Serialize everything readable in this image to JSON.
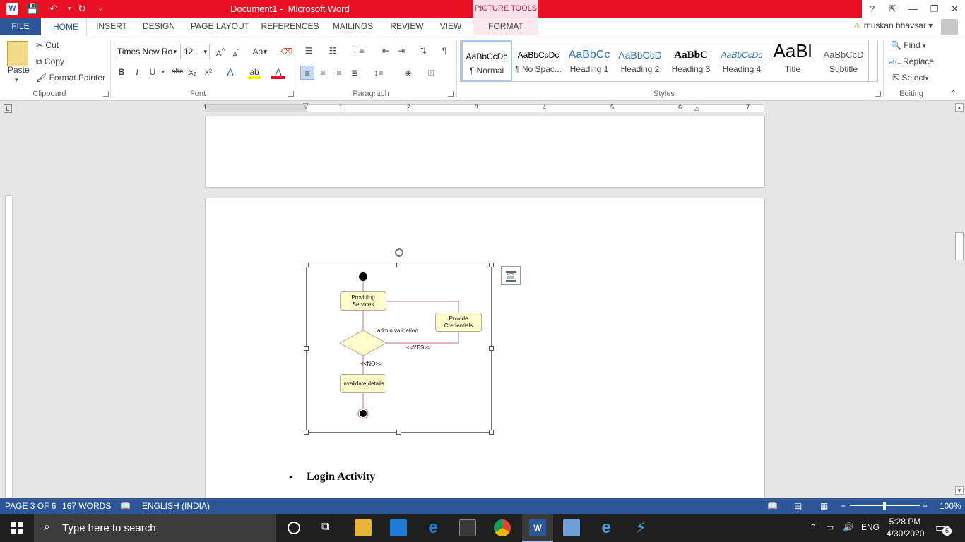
{
  "titlebar": {
    "doc_title": "Document1 -  Microsoft Word",
    "context_tab_group": "PICTURE TOOLS",
    "help": "?",
    "qat_save": "💾",
    "qat_undo": "↶",
    "qat_redo": "↻"
  },
  "tabs": {
    "file": "FILE",
    "items": [
      "HOME",
      "INSERT",
      "DESIGN",
      "PAGE LAYOUT",
      "REFERENCES",
      "MAILINGS",
      "REVIEW",
      "VIEW",
      "FORMAT"
    ],
    "user_name": "muskan bhavsar"
  },
  "ribbon": {
    "clipboard": {
      "paste": "Paste",
      "cut": "Cut",
      "copy": "Copy",
      "format_painter": "Format Painter",
      "group": "Clipboard"
    },
    "font": {
      "name": "Times New Ro",
      "size": "12",
      "group": "Font",
      "bold": "B",
      "italic": "I",
      "underline": "U",
      "strike": "abc",
      "subscript": "x₂",
      "superscript": "x²"
    },
    "paragraph": {
      "group": "Paragraph"
    },
    "styles": {
      "group": "Styles",
      "items": [
        {
          "sample": "AaBbCcDc",
          "name": "¶ Normal"
        },
        {
          "sample": "AaBbCcDc",
          "name": "¶ No Spac..."
        },
        {
          "sample": "AaBbCc",
          "name": "Heading 1"
        },
        {
          "sample": "AaBbCcD",
          "name": "Heading 2"
        },
        {
          "sample": "AaBbC",
          "name": "Heading 3"
        },
        {
          "sample": "AaBbCcDc",
          "name": "Heading 4"
        },
        {
          "sample": "AaBl",
          "name": "Title"
        },
        {
          "sample": "AaBbCcD",
          "name": "Subtitle"
        }
      ]
    },
    "editing": {
      "find": "Find",
      "replace": "Replace",
      "select": "Select",
      "group": "Editing"
    }
  },
  "ruler": {
    "labels": [
      "1",
      "1",
      "2",
      "3",
      "4",
      "5",
      "6",
      "7"
    ]
  },
  "diagram": {
    "states": [
      "Providing Services",
      "Provide Credentials",
      "Invalidate details"
    ],
    "labels": {
      "admin_validation": "admin validation",
      "yes": "<<YES>>",
      "no": "<<NO>>"
    }
  },
  "document": {
    "bullet_text": "Login Activity"
  },
  "statusbar": {
    "page": "PAGE 3 OF 6",
    "words": "167 WORDS",
    "language": "ENGLISH (INDIA)",
    "zoom": "100%"
  },
  "taskbar": {
    "search_placeholder": "Type here to search",
    "lang": "ENG",
    "time": "5:28 PM",
    "date": "4/30/2020",
    "notifications": "5"
  },
  "colors": {
    "titlebar": "#e81123",
    "ribbon_accent": "#2b579a",
    "statusbar": "#2b579a",
    "taskbar": "#1f1f1f"
  }
}
